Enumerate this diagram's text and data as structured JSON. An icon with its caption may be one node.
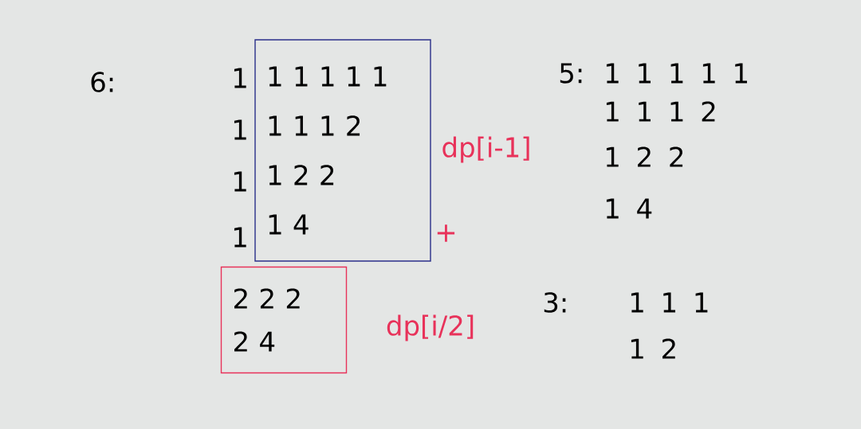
{
  "diagram": {
    "nodes": [
      {
        "text": [
          "1 1 1 1 1",
          "1 1 1 2",
          "1 2 2",
          "1 4"
        ],
        "beside": [
          "dp[i-1]"
        ]
      },
      {
        "text": [
          "2 2 2",
          "2 4"
        ],
        "beside": [
          "dp[i/2]"
        ]
      }
    ],
    "labels": [
      "6:",
      "1",
      "1",
      "1",
      "1",
      "+",
      "5:",
      "1 1 1 1 1",
      "1 1 1 2",
      "1 2 2",
      "1 4",
      "3:",
      "1 1 1",
      "1 2"
    ]
  }
}
